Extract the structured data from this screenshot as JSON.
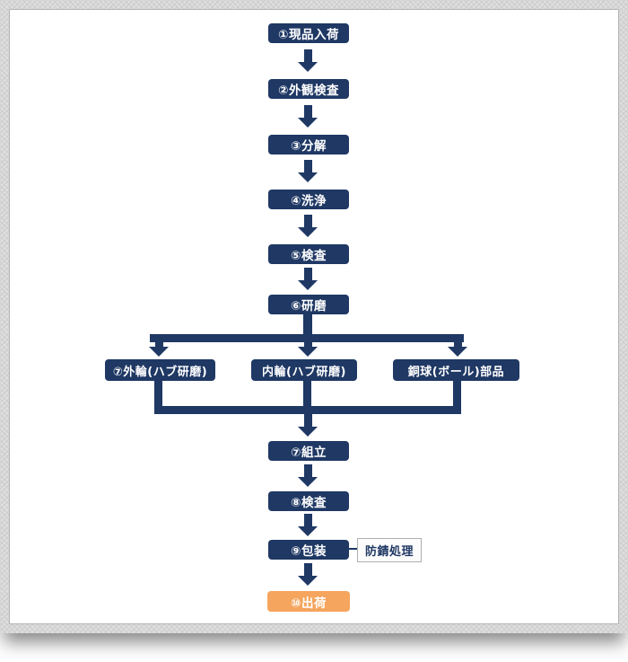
{
  "diagram": {
    "type": "flowchart",
    "title_hint": "refurbishment process flow",
    "colors": {
      "step_box": "#1f3864",
      "final_box": "#f5a55e",
      "box_text": "#ffffff",
      "note_bg": "#fcfcfc",
      "note_border": "#aeaeae",
      "note_text": "#1f3864",
      "frame_bg": "#dedede",
      "card_bg": "#ffffff"
    },
    "steps": [
      {
        "id": "s1",
        "label": "①現品入荷"
      },
      {
        "id": "s2",
        "label": "②外観検査"
      },
      {
        "id": "s3",
        "label": "③分解"
      },
      {
        "id": "s4",
        "label": "④洗浄"
      },
      {
        "id": "s5",
        "label": "⑤検査"
      },
      {
        "id": "s6",
        "label": "⑥研磨"
      }
    ],
    "branches": [
      {
        "id": "b1",
        "label": "⑦外輪(ハブ研磨)"
      },
      {
        "id": "b2",
        "label": "内輪(ハブ研磨)"
      },
      {
        "id": "b3",
        "label": "銅球(ボール)部品"
      }
    ],
    "after_merge": [
      {
        "id": "s7",
        "label": "⑦組立"
      },
      {
        "id": "s8",
        "label": "⑧検査"
      },
      {
        "id": "s9",
        "label": "⑨包装"
      }
    ],
    "side_note": {
      "label": "防錆処理",
      "attached_to": "⑨包装"
    },
    "final": {
      "id": "s10",
      "label": "⑩出荷"
    }
  }
}
